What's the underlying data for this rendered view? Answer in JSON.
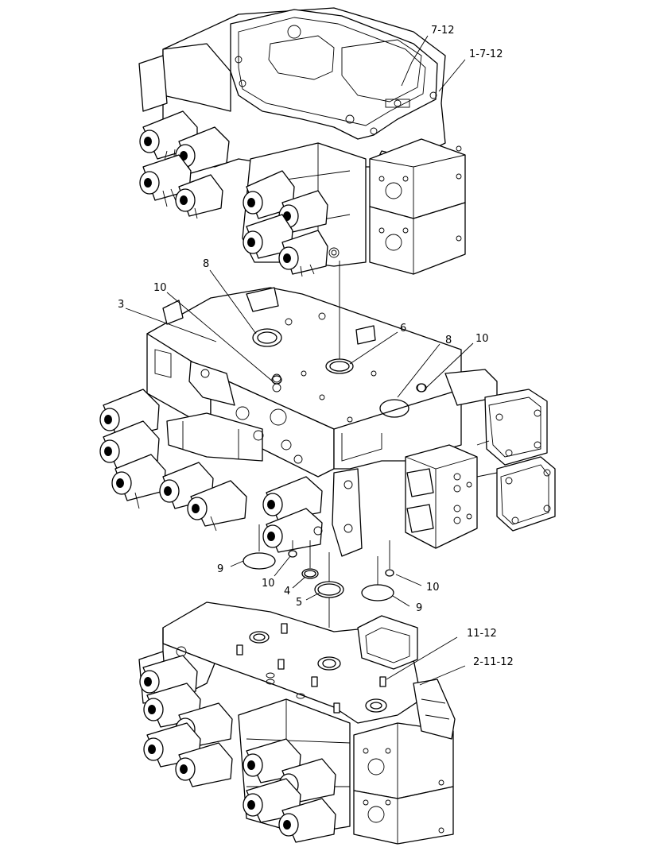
{
  "callouts": {
    "c_7_12": "7-12",
    "c_1_7_12": "1-7-12",
    "c_8_left": "8",
    "c_10_upper_left": "10",
    "c_3": "3",
    "c_6": "6",
    "c_8_right": "8",
    "c_10_upper_right": "10",
    "c_9_left": "9",
    "c_10_lower_left": "10",
    "c_4": "4",
    "c_5": "5",
    "c_10_lower_right": "10",
    "c_9_right": "9",
    "c_11_12": "11-12",
    "c_2_11_12": "2-11-12"
  }
}
